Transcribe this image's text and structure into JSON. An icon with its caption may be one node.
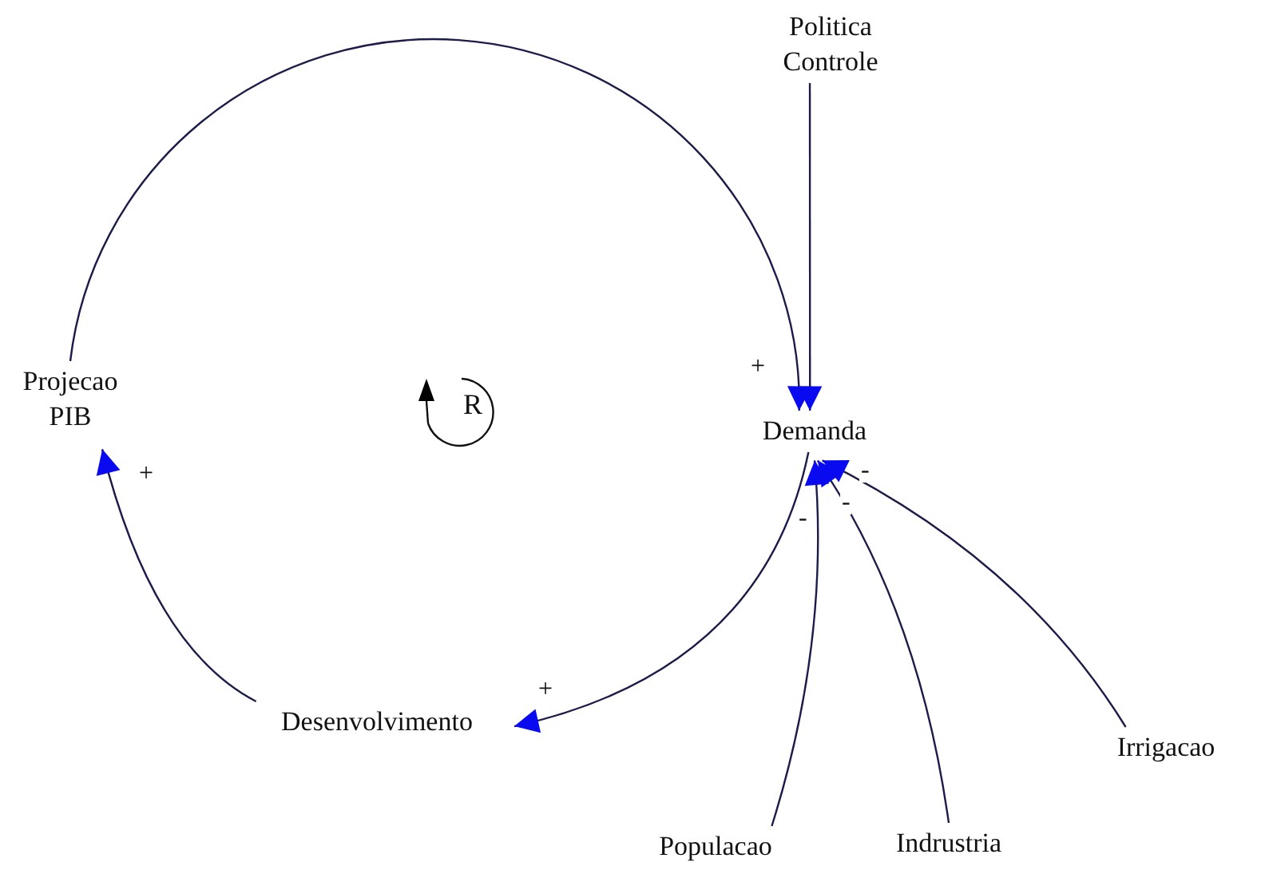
{
  "diagram": {
    "nodes": [
      {
        "text": [
          "Politica Controle"
        ]
      },
      {
        "text": [
          "Projecao PIB"
        ]
      },
      {
        "text": [
          "Demanda"
        ]
      },
      {
        "text": [
          "Desenvolvimento"
        ]
      },
      {
        "text": [
          "Irrigacao"
        ]
      },
      {
        "text": [
          "Populacao"
        ]
      },
      {
        "text": [
          "Indrustria"
        ]
      }
    ],
    "edges": [
      {
        "from": 0,
        "to": 2,
        "arrow": "to"
      },
      {
        "from": 1,
        "to": 2,
        "arrow": "to",
        "label": "+"
      },
      {
        "from": 2,
        "to": 3,
        "arrow": "to",
        "label": "+"
      },
      {
        "from": 3,
        "to": 1,
        "arrow": "to",
        "label": "+"
      },
      {
        "from": 5,
        "to": 2,
        "arrow": "to",
        "label": "-"
      },
      {
        "from": 6,
        "to": 2,
        "arrow": "to",
        "label": "-"
      },
      {
        "from": 4,
        "to": 2,
        "arrow": "to",
        "label": "-"
      }
    ],
    "labels": [
      "R"
    ]
  }
}
